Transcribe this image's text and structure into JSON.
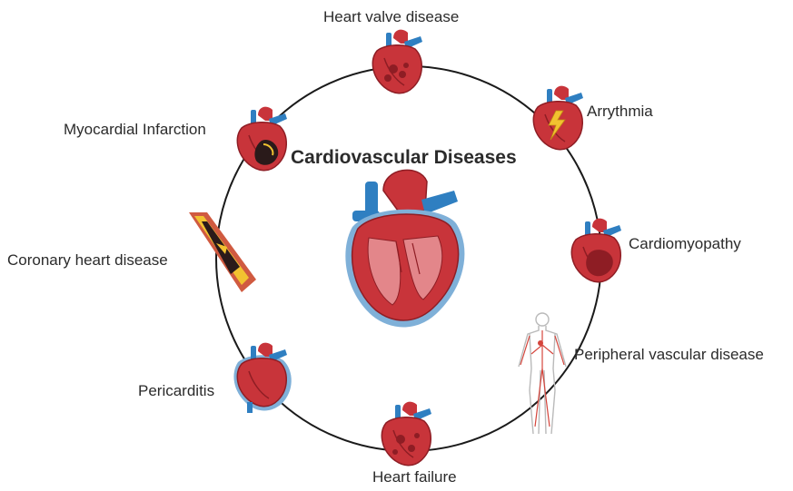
{
  "title": "Cardiovascular Diseases",
  "diseases": {
    "heart_valve": "Heart valve disease",
    "arrhythmia": "Arrythmia",
    "cardiomyopathy": "Cardiomyopathy",
    "peripheral": "Peripheral vascular disease",
    "heart_failure": "Heart failure",
    "pericarditis": "Pericarditis",
    "coronary": "Coronary heart disease",
    "myocardial": "Myocardial Infarction"
  },
  "colors": {
    "ring": "#1a1a1a",
    "heart_red": "#c8343a",
    "heart_dark": "#8e1d24",
    "vessel_blue": "#2f7fc1",
    "pericardium": "#7fb0d8",
    "plaque": "#f2c230"
  },
  "icons": [
    "heart-valve-icon",
    "arrhythmia-heart-icon",
    "cardiomyopathy-heart-icon",
    "human-body-vessels-icon",
    "heart-failure-icon",
    "pericarditis-heart-icon",
    "artery-plaque-icon",
    "infarction-heart-icon",
    "heart-cross-section-icon"
  ]
}
